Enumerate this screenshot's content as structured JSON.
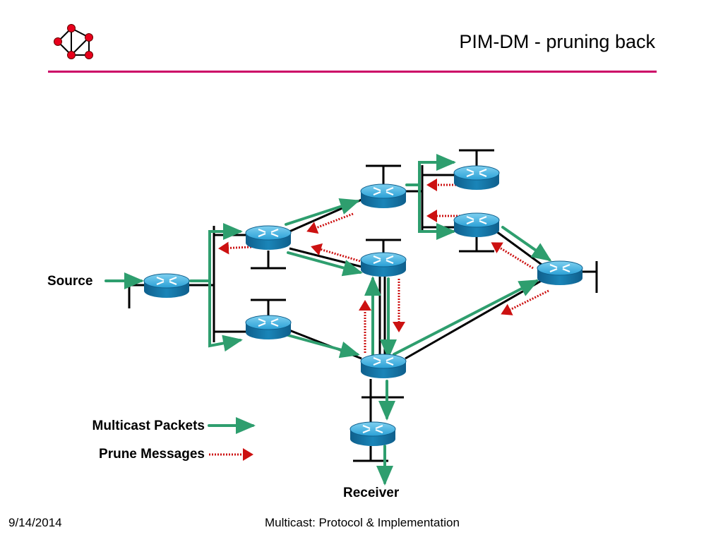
{
  "slide": {
    "title": "PIM-DM - pruning back",
    "date": "9/14/2014",
    "footer": "Multicast: Protocol & Implementation"
  },
  "labels": {
    "source": "Source",
    "receiver": "Receiver"
  },
  "legend": {
    "multicast": "Multicast Packets",
    "prune": "Prune Messages"
  },
  "colors": {
    "accent": "#cc0066",
    "multicast": "#2e9e6e",
    "prune": "#cc1111",
    "router": "#1a85b8",
    "logo": "#e8001c"
  },
  "icons": [
    "network-logo-icon",
    "router-icon"
  ]
}
